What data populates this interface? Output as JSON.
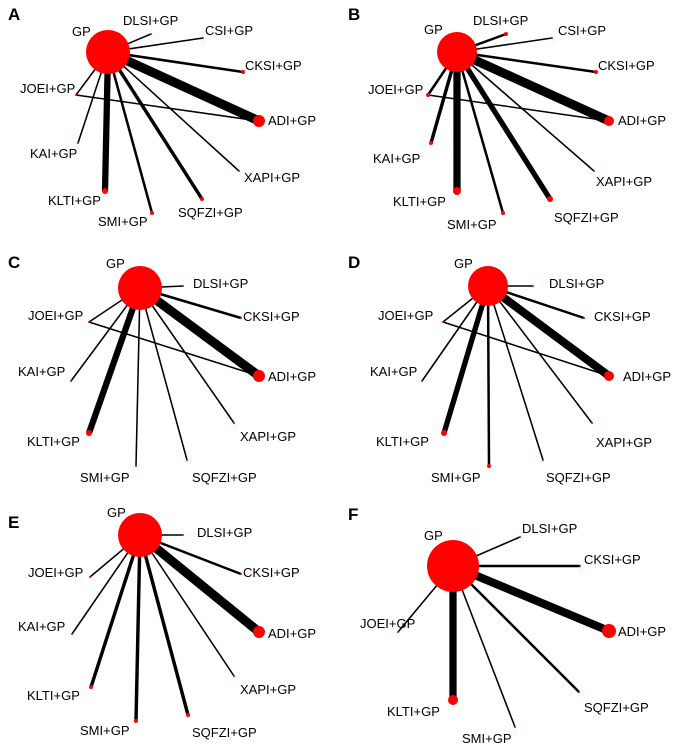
{
  "colors": {
    "node": "#ff0000",
    "edge": "#000000",
    "background": "#ffffff"
  },
  "panels": [
    {
      "letter": "A",
      "nodes": [
        "GP",
        "DLSI+GP",
        "CSI+GP",
        "CKSI+GP",
        "ADI+GP",
        "XAPI+GP",
        "SQFZI+GP",
        "SMI+GP",
        "KLTI+GP",
        "KAI+GP",
        "JOEI+GP"
      ],
      "edges": [
        [
          "GP",
          "DLSI+GP",
          1
        ],
        [
          "GP",
          "CSI+GP",
          1
        ],
        [
          "GP",
          "CKSI+GP",
          2
        ],
        [
          "GP",
          "ADI+GP",
          9
        ],
        [
          "GP",
          "XAPI+GP",
          1
        ],
        [
          "GP",
          "SQFZI+GP",
          3
        ],
        [
          "GP",
          "SMI+GP",
          2
        ],
        [
          "GP",
          "KLTI+GP",
          6
        ],
        [
          "GP",
          "KAI+GP",
          1
        ],
        [
          "GP",
          "JOEI+GP",
          1
        ],
        [
          "JOEI+GP",
          "ADI+GP",
          1
        ]
      ]
    },
    {
      "letter": "B",
      "nodes": [
        "GP",
        "DLSI+GP",
        "CSI+GP",
        "CKSI+GP",
        "ADI+GP",
        "XAPI+GP",
        "SQFZI+GP",
        "SMI+GP",
        "KLTI+GP",
        "KAI+GP",
        "JOEI+GP"
      ],
      "edges": [
        [
          "GP",
          "DLSI+GP",
          2
        ],
        [
          "GP",
          "CSI+GP",
          1
        ],
        [
          "GP",
          "CKSI+GP",
          2
        ],
        [
          "GP",
          "ADI+GP",
          9
        ],
        [
          "GP",
          "XAPI+GP",
          1
        ],
        [
          "GP",
          "SQFZI+GP",
          5
        ],
        [
          "GP",
          "SMI+GP",
          2
        ],
        [
          "GP",
          "KLTI+GP",
          7
        ],
        [
          "GP",
          "KAI+GP",
          3
        ],
        [
          "GP",
          "JOEI+GP",
          2
        ],
        [
          "JOEI+GP",
          "ADI+GP",
          1
        ]
      ]
    },
    {
      "letter": "C",
      "nodes": [
        "GP",
        "DLSI+GP",
        "CKSI+GP",
        "ADI+GP",
        "XAPI+GP",
        "SQFZI+GP",
        "SMI+GP",
        "KLTI+GP",
        "KAI+GP",
        "JOEI+GP"
      ],
      "edges": [
        [
          "GP",
          "DLSI+GP",
          1
        ],
        [
          "GP",
          "CKSI+GP",
          2
        ],
        [
          "GP",
          "ADI+GP",
          9
        ],
        [
          "GP",
          "XAPI+GP",
          1
        ],
        [
          "GP",
          "SQFZI+GP",
          1
        ],
        [
          "GP",
          "SMI+GP",
          1
        ],
        [
          "GP",
          "KLTI+GP",
          6
        ],
        [
          "GP",
          "KAI+GP",
          1
        ],
        [
          "GP",
          "JOEI+GP",
          1
        ],
        [
          "JOEI+GP",
          "ADI+GP",
          1
        ]
      ]
    },
    {
      "letter": "D",
      "nodes": [
        "GP",
        "DLSI+GP",
        "CKSI+GP",
        "ADI+GP",
        "XAPI+GP",
        "SQFZI+GP",
        "SMI+GP",
        "KLTI+GP",
        "KAI+GP",
        "JOEI+GP"
      ],
      "edges": [
        [
          "GP",
          "DLSI+GP",
          1
        ],
        [
          "GP",
          "CKSI+GP",
          2
        ],
        [
          "GP",
          "ADI+GP",
          8
        ],
        [
          "GP",
          "XAPI+GP",
          1
        ],
        [
          "GP",
          "SQFZI+GP",
          1
        ],
        [
          "GP",
          "SMI+GP",
          2
        ],
        [
          "GP",
          "KLTI+GP",
          5
        ],
        [
          "GP",
          "KAI+GP",
          1
        ],
        [
          "GP",
          "JOEI+GP",
          1
        ],
        [
          "JOEI+GP",
          "ADI+GP",
          1
        ]
      ]
    },
    {
      "letter": "E",
      "nodes": [
        "GP",
        "DLSI+GP",
        "CKSI+GP",
        "ADI+GP",
        "XAPI+GP",
        "SQFZI+GP",
        "SMI+GP",
        "KLTI+GP",
        "KAI+GP",
        "JOEI+GP"
      ],
      "edges": [
        [
          "GP",
          "DLSI+GP",
          1
        ],
        [
          "GP",
          "CKSI+GP",
          2
        ],
        [
          "GP",
          "ADI+GP",
          9
        ],
        [
          "GP",
          "XAPI+GP",
          1
        ],
        [
          "GP",
          "SQFZI+GP",
          3
        ],
        [
          "GP",
          "SMI+GP",
          3
        ],
        [
          "GP",
          "KLTI+GP",
          3
        ],
        [
          "GP",
          "KAI+GP",
          1
        ],
        [
          "GP",
          "JOEI+GP",
          1
        ]
      ]
    },
    {
      "letter": "F",
      "nodes": [
        "GP",
        "DLSI+GP",
        "CKSI+GP",
        "ADI+GP",
        "SQFZI+GP",
        "SMI+GP",
        "KLTI+GP",
        "JOEI+GP"
      ],
      "edges": [
        [
          "GP",
          "DLSI+GP",
          1
        ],
        [
          "GP",
          "CKSI+GP",
          2
        ],
        [
          "GP",
          "ADI+GP",
          8
        ],
        [
          "GP",
          "SQFZI+GP",
          2
        ],
        [
          "GP",
          "SMI+GP",
          1
        ],
        [
          "GP",
          "KLTI+GP",
          7
        ],
        [
          "GP",
          "JOEI+GP",
          1
        ]
      ]
    }
  ]
}
